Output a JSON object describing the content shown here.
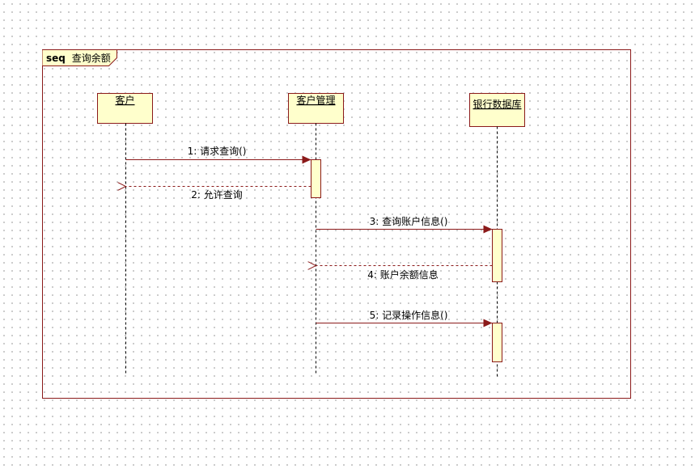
{
  "frame": {
    "keyword": "seq",
    "title": "查询余额"
  },
  "lifelines": [
    {
      "id": "customer",
      "label": "客户"
    },
    {
      "id": "customer-manager",
      "label": "客户管理"
    },
    {
      "id": "bank-db",
      "label": "银行数据库"
    }
  ],
  "messages": [
    {
      "num": "1",
      "text": "请求查询()",
      "from": "customer",
      "to": "customer-manager",
      "kind": "sync"
    },
    {
      "num": "2",
      "text": "允许查询",
      "from": "customer-manager",
      "to": "customer",
      "kind": "return"
    },
    {
      "num": "3",
      "text": "查询账户信息()",
      "from": "customer-manager",
      "to": "bank-db",
      "kind": "sync"
    },
    {
      "num": "4",
      "text": "账户余额信息",
      "from": "bank-db",
      "to": "customer-manager",
      "kind": "return"
    },
    {
      "num": "5",
      "text": "记录操作信息()",
      "from": "customer-manager",
      "to": "bank-db",
      "kind": "sync"
    }
  ],
  "colors": {
    "frame_border": "#8b1a1a",
    "lifeline_fill": "#ffffcc",
    "lifeline_border": "#8b1a1a",
    "message_line": "#8b1a1a",
    "activation_fill": "#ffffcc"
  }
}
